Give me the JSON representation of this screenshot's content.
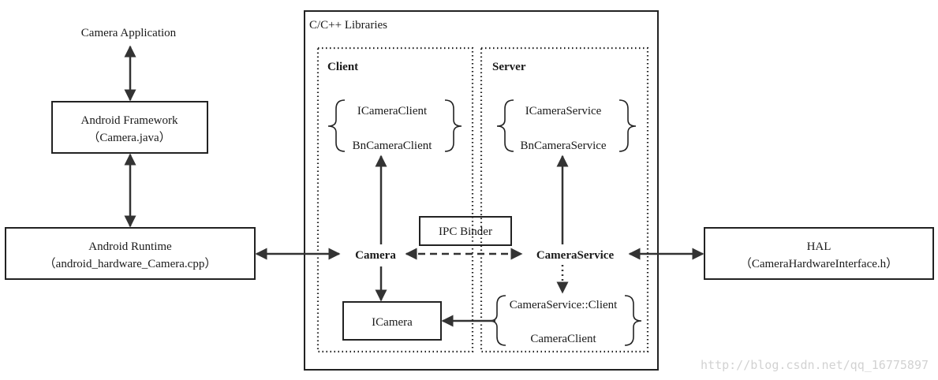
{
  "nodes": {
    "camera_app": "Camera Application",
    "framework_line1": "Android Framework",
    "framework_line2": "（Camera.java）",
    "runtime_line1": "Android Runtime",
    "runtime_line2": "（android_hardware_Camera.cpp）",
    "libraries": "C/C++ Libraries",
    "client": "Client",
    "server": "Server",
    "icameraclient": "ICameraClient",
    "bncameraclient": "BnCameraClient",
    "icameraservice": "ICameraService",
    "bncameraservice": "BnCameraService",
    "ipc_binder": "IPC Binder",
    "camera": "Camera",
    "cameraservice": "CameraService",
    "icamera": "ICamera",
    "cameraservice_client": "CameraService::Client",
    "cameraclient": "CameraClient",
    "hal_line1": "HAL",
    "hal_line2": "（CameraHardwareInterface.h）"
  },
  "watermark": "http://blog.csdn.net/qq_16775897"
}
